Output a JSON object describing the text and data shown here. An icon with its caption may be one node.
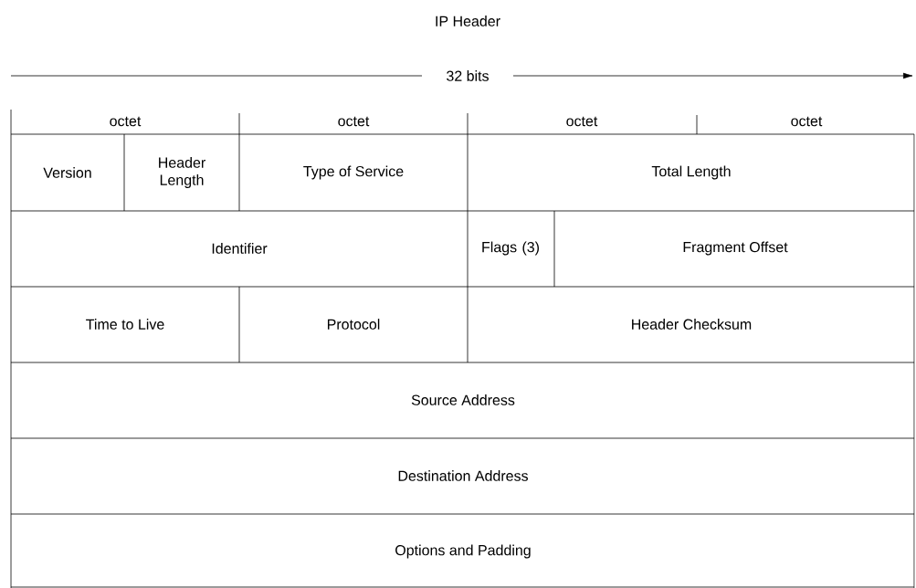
{
  "diagram": {
    "title": "IP Header",
    "labels": [
      "32 bits",
      "octet",
      "octet",
      "octet",
      "octet",
      "Version",
      "Header Length",
      "Type of Service",
      "Total Length",
      "Identifier",
      "Flags (3)",
      "Fragment Offset",
      "Time to Live",
      "Protocol",
      "Header Checksum",
      "Source Address",
      "Destination Address",
      "Options and Padding"
    ]
  }
}
